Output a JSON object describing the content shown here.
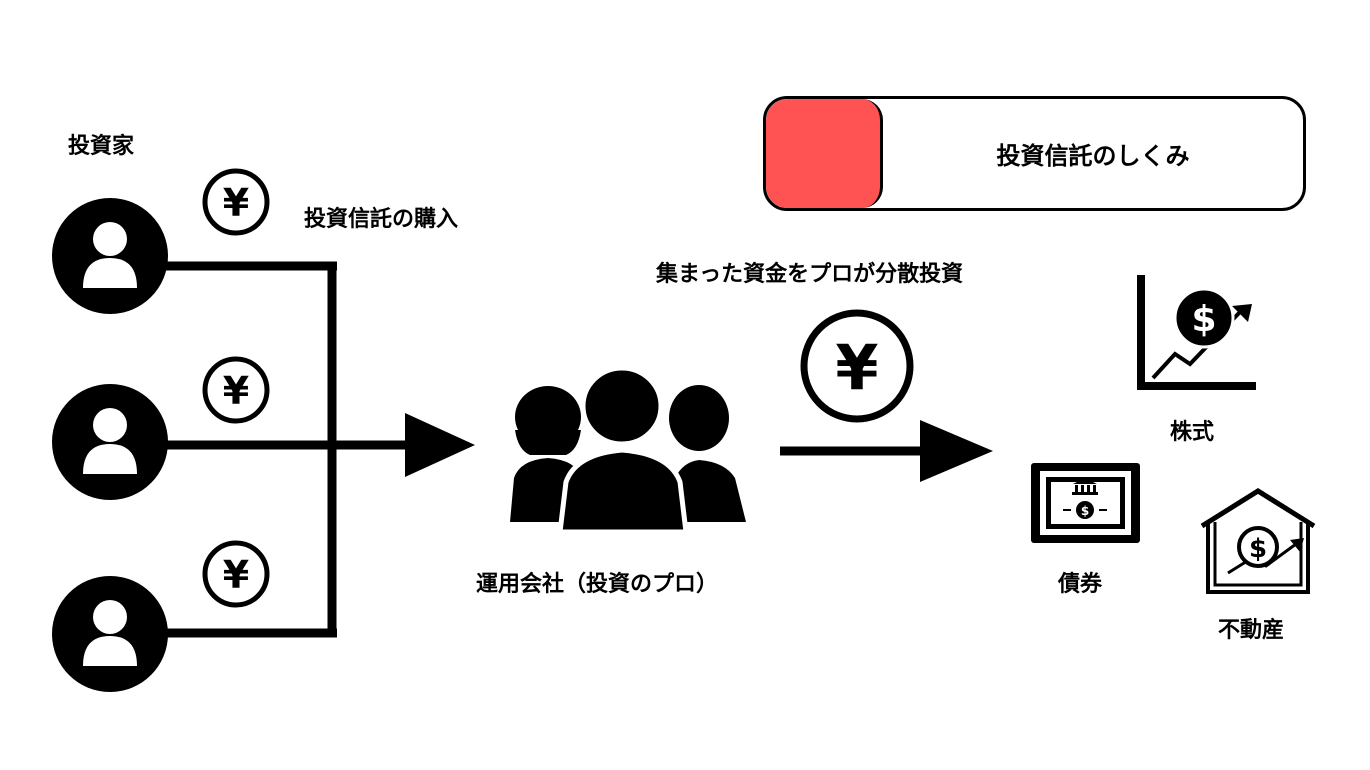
{
  "title": {
    "text": "投資信託のしくみ",
    "accent_color": "#ff5353"
  },
  "investors": {
    "label": "投資家",
    "purchase_label": "投資信託の購入",
    "currency_symbol": "¥"
  },
  "manager": {
    "label": "運用会社（投資のプロ）"
  },
  "flow": {
    "label": "集まった資金をプロが分散投資",
    "currency_symbol": "¥"
  },
  "assets": [
    {
      "label": "株式",
      "icon": "stock-chart-icon"
    },
    {
      "label": "債券",
      "icon": "bond-certificate-icon"
    },
    {
      "label": "不動産",
      "icon": "real-estate-icon"
    }
  ]
}
